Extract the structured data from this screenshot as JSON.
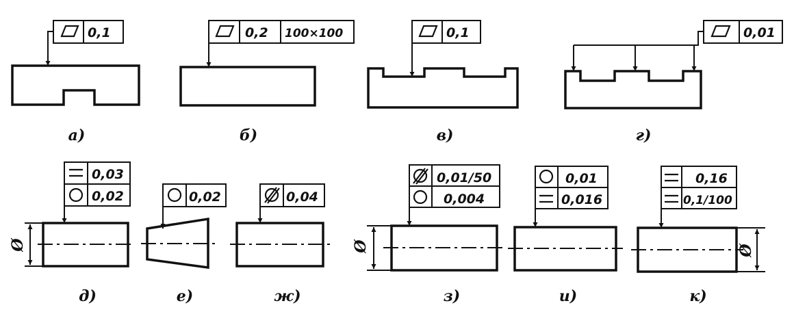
{
  "captions": {
    "a": "а)",
    "b": "б)",
    "v": "в)",
    "g": "г)",
    "d": "д)",
    "e": "е)",
    "zh": "ж)",
    "z": "з)",
    "i": "и)",
    "k": "к)"
  },
  "tolerances": {
    "a": "0,1",
    "b_value": "0,2",
    "b_area": "100×100",
    "v": "0,1",
    "g": "0,01",
    "d_parallel": "0,03",
    "d_round": "0,02",
    "e": "0,02",
    "zh": "0,04",
    "z_round": "0,01/50",
    "z_round2": "0,004",
    "i_round": "0,01",
    "i_parallel": "0,016",
    "k_parallel": "0,16",
    "k_parallel2": "0,1/100"
  },
  "diameter_symbol": "Ø"
}
